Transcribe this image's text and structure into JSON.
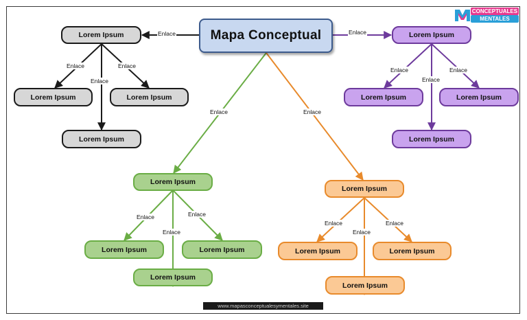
{
  "title": "Mapa Conceptual",
  "node_text": "Lorem Ipsum",
  "link_text": "Enlace",
  "footer_text": "www.mapasconceptualesymentales.site",
  "logo": {
    "line1": "CONCEPTUALES",
    "line2": "MENTALES"
  },
  "colors": {
    "gray": "#d7d7d7",
    "gray_border": "#1a1a1a",
    "purple": "#c9a3ee",
    "purple_border": "#6d3a9c",
    "green": "#a9d18e",
    "green_border": "#6aad45",
    "orange": "#fbc995",
    "orange_border": "#e88a2b",
    "main_fill": "#c8d8f0",
    "main_border": "#3c5a8c"
  },
  "branches": [
    {
      "name": "gray",
      "parent": "Lorem Ipsum",
      "children": [
        "Lorem Ipsum",
        "Lorem Ipsum",
        "Lorem Ipsum"
      ]
    },
    {
      "name": "purple",
      "parent": "Lorem Ipsum",
      "children": [
        "Lorem Ipsum",
        "Lorem Ipsum",
        "Lorem Ipsum"
      ]
    },
    {
      "name": "green",
      "parent": "Lorem Ipsum",
      "children": [
        "Lorem Ipsum",
        "Lorem Ipsum",
        "Lorem Ipsum"
      ]
    },
    {
      "name": "orange",
      "parent": "Lorem Ipsum",
      "children": [
        "Lorem Ipsum",
        "Lorem Ipsum",
        "Lorem Ipsum"
      ]
    }
  ]
}
